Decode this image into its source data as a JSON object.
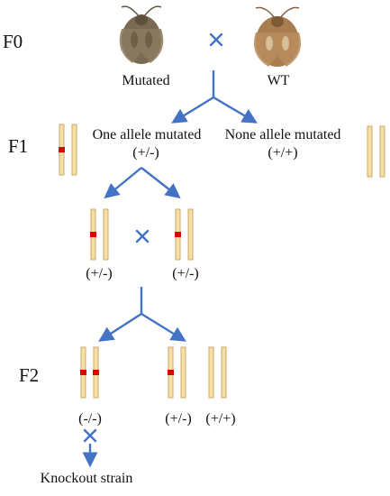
{
  "generations": {
    "f0": "F0",
    "f1": "F1",
    "f2": "F2"
  },
  "parents": {
    "mutated_label": "Mutated",
    "wt_label": "WT"
  },
  "f1_groups": {
    "heterozygous_label": "One allele mutated",
    "heterozygous_genotype": "(+/-)",
    "wildtype_label": "None allele mutated",
    "wildtype_genotype": "(+/+)"
  },
  "f1_cross": {
    "left_genotype": "(+/-)",
    "right_genotype": "(+/-)"
  },
  "f2_offspring": {
    "homozygous_genotype": "(-/-)",
    "heterozygous_genotype": "(+/-)",
    "wildtype_genotype": "(+/+)"
  },
  "result": {
    "label": "Knockout strain"
  },
  "colors": {
    "arrow": "#4472c4",
    "cross_mark": "#4472c4",
    "chromosome_fill": "#f5dfa6",
    "chromosome_stroke": "#c9a96a",
    "mutation": "#e00000",
    "moth_mutated": "#7a6a52",
    "moth_wt": "#a87d50"
  }
}
